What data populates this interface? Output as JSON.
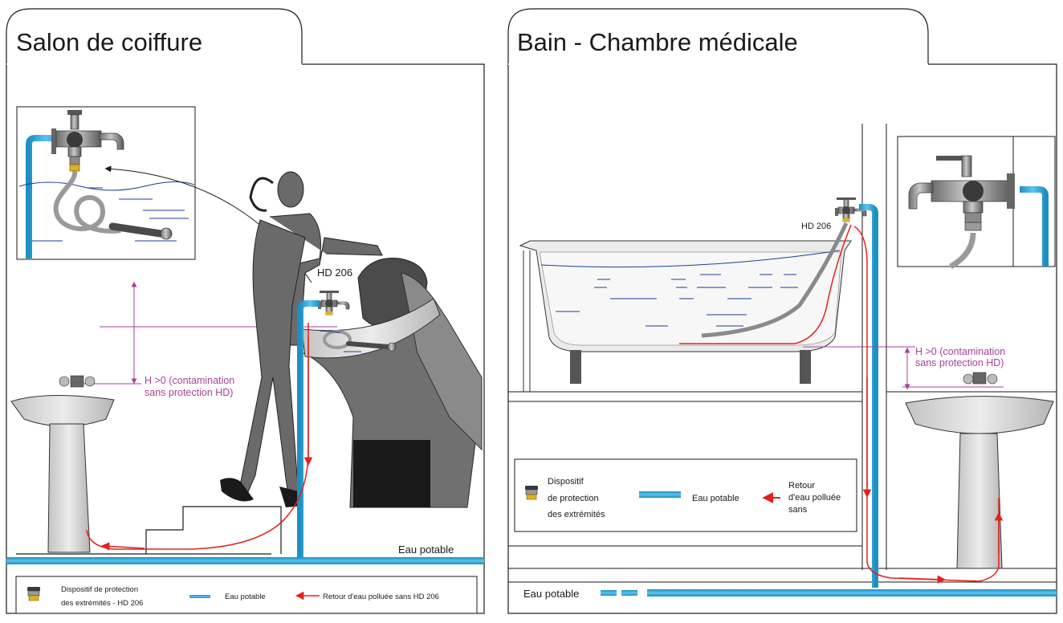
{
  "left": {
    "title": "Salon de coiffure",
    "device_label": "HD 206",
    "height_note": [
      "H >0 (contamination",
      "sans protection HD)"
    ],
    "water_label": "Eau potable",
    "legend": {
      "protection": [
        "Dispositif de protection",
        "des extrémités - HD 206"
      ],
      "potable": "Eau potable",
      "backflow": "Retour d'eau polluée sans HD 206"
    }
  },
  "right": {
    "title": "Bain - Chambre médicale",
    "device_label": "HD 206",
    "height_note": [
      "H >0 (contamination",
      "sans protection HD)"
    ],
    "water_label": "Eau potable",
    "legend": {
      "protection": [
        "Dispositif",
        "de protection",
        "des extrémités"
      ],
      "potable": "Eau potable",
      "backflow": [
        "Retour",
        "d'eau polluée",
        "sans"
      ]
    }
  },
  "colors": {
    "potable_pipe": "#34aad8",
    "backflow": "#e2231a",
    "annotation": "#a8429b",
    "water_line": "#1b3e96",
    "outline": "#1a1a1a",
    "panel_bg": "#ffffff",
    "porcelain": "#dcdcdc",
    "metal": "#8a8a8a",
    "figure": "#5d5d5d"
  },
  "icons": [
    "tap-icon",
    "hose-icon",
    "shower-head-icon",
    "washbasin-icon",
    "bathtub-icon",
    "hairdresser-icon",
    "client-icon",
    "protection-device-icon"
  ]
}
